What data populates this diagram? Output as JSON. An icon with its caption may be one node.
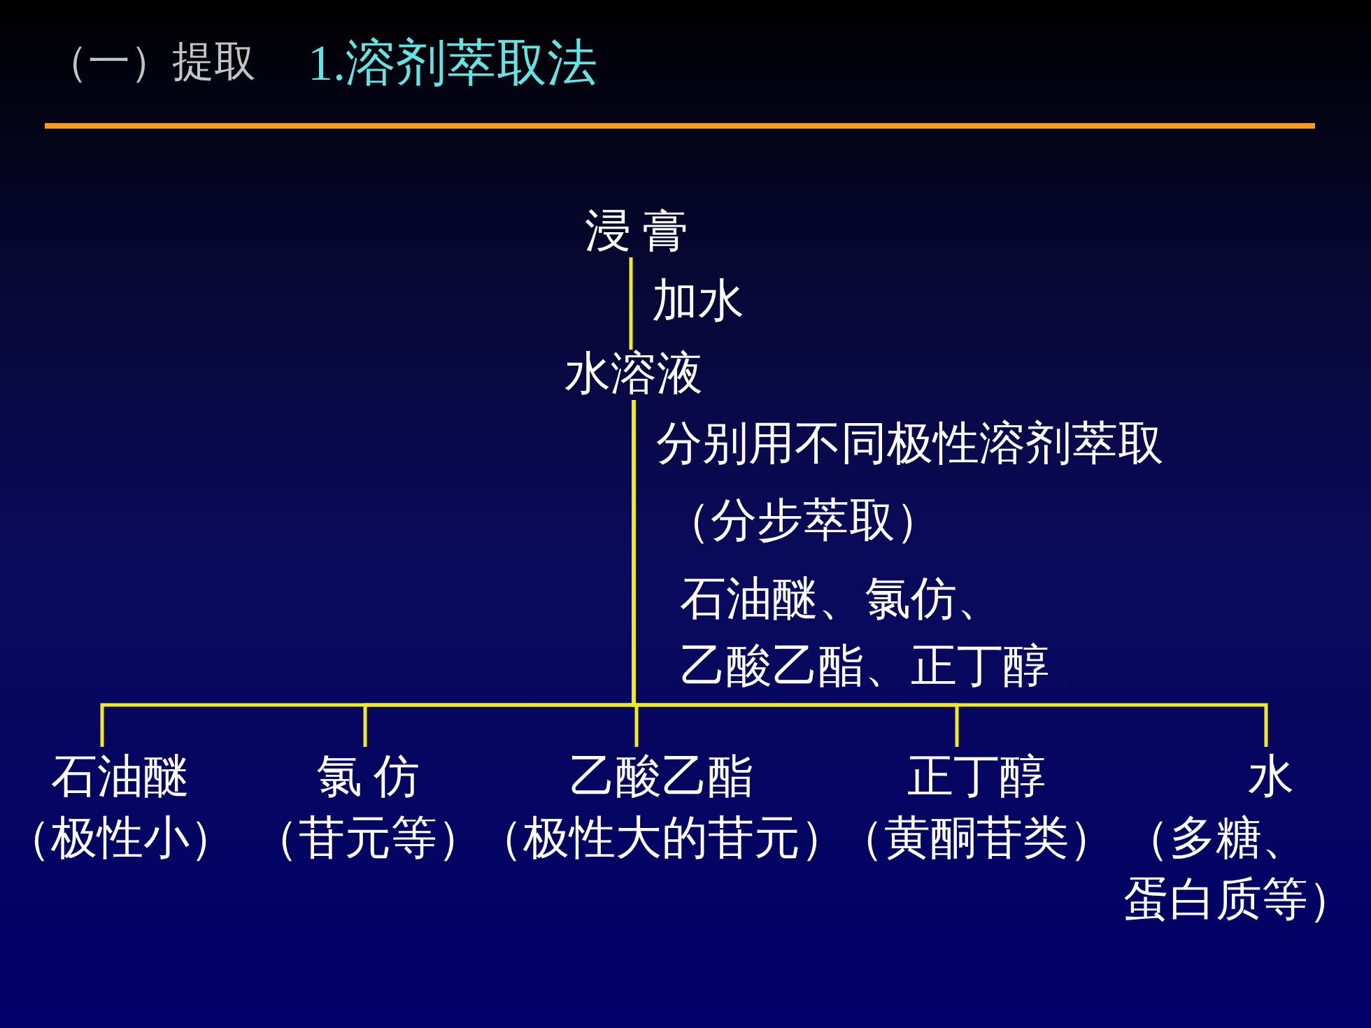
{
  "diagram": {
    "title": "1.溶剂萃取法",
    "nodes": [
      {
        "text": [
          "浸 膏"
        ]
      },
      {
        "text": [
          "水溶液"
        ]
      },
      {
        "text": [
          "石油醚",
          "（极性小）"
        ]
      },
      {
        "text": [
          "氯 仿",
          "（苷元等）"
        ]
      },
      {
        "text": [
          "乙酸乙酯",
          "（极性大的苷元）"
        ]
      },
      {
        "text": [
          "正丁醇",
          "（黄酮苷类）"
        ]
      },
      {
        "text": [
          "水",
          "（多糖、蛋白质等）"
        ]
      }
    ],
    "edges": [
      {
        "from": 0,
        "to": 1,
        "arrow": "none",
        "label": "加水"
      },
      {
        "from": 1,
        "to": 2,
        "arrow": "none"
      },
      {
        "from": 1,
        "to": 3,
        "arrow": "none"
      },
      {
        "from": 1,
        "to": 4,
        "arrow": "none",
        "label": "分别用不同极性溶剂萃取"
      },
      {
        "from": 1,
        "to": 5,
        "arrow": "none"
      },
      {
        "from": 1,
        "to": 6,
        "arrow": "none"
      }
    ],
    "labels": [
      "（一）提取",
      "（分步萃取）",
      "石油醚、氯仿、乙酸乙酯、正丁醇"
    ]
  }
}
